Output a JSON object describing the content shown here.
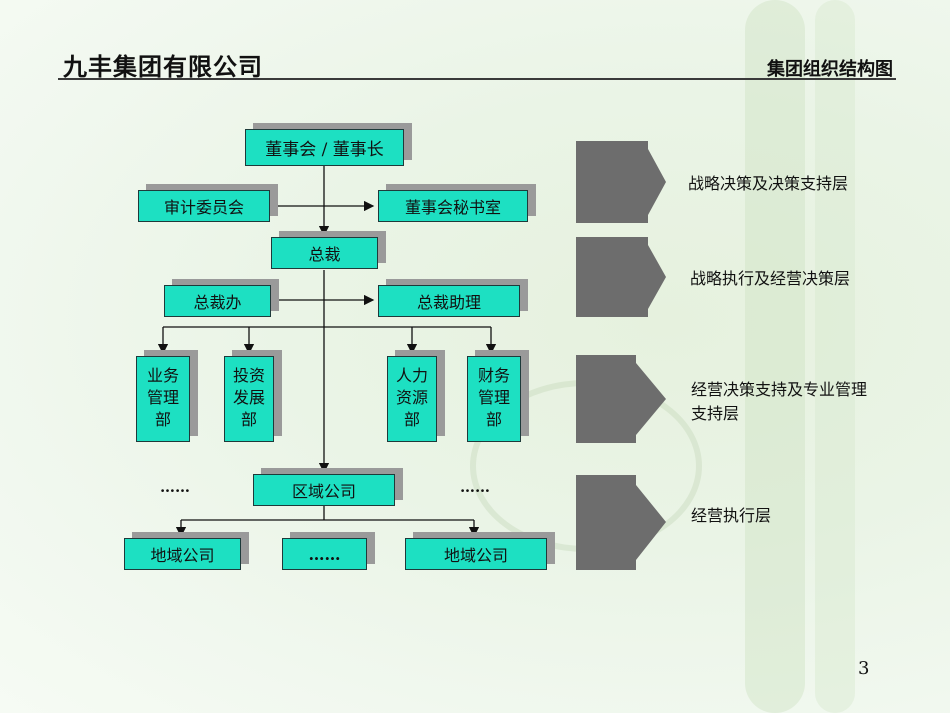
{
  "header": {
    "company": "九丰集团有限公司",
    "title": "集团组织结构图"
  },
  "org": {
    "board": "董事会 / 董事长",
    "audit": "审计委员会",
    "secretariat": "董事会秘书室",
    "president": "总裁",
    "president_office": "总裁办",
    "president_assistant": "总裁助理",
    "dept_business": "业务\n管理\n部",
    "dept_investment": "投资\n发展\n部",
    "dept_hr": "人力\n资源\n部",
    "dept_finance": "财务\n管理\n部",
    "dots_left": "……",
    "dots_right": "……",
    "regional": "区域公司",
    "local_1": "地域公司",
    "local_dots": "……",
    "local_2": "地域公司"
  },
  "layers": [
    "战略决策及决策支持层",
    "战略执行及经营决策层",
    "经营决策支持及专业管理支持层",
    "经营执行层"
  ],
  "page_number": "3"
}
